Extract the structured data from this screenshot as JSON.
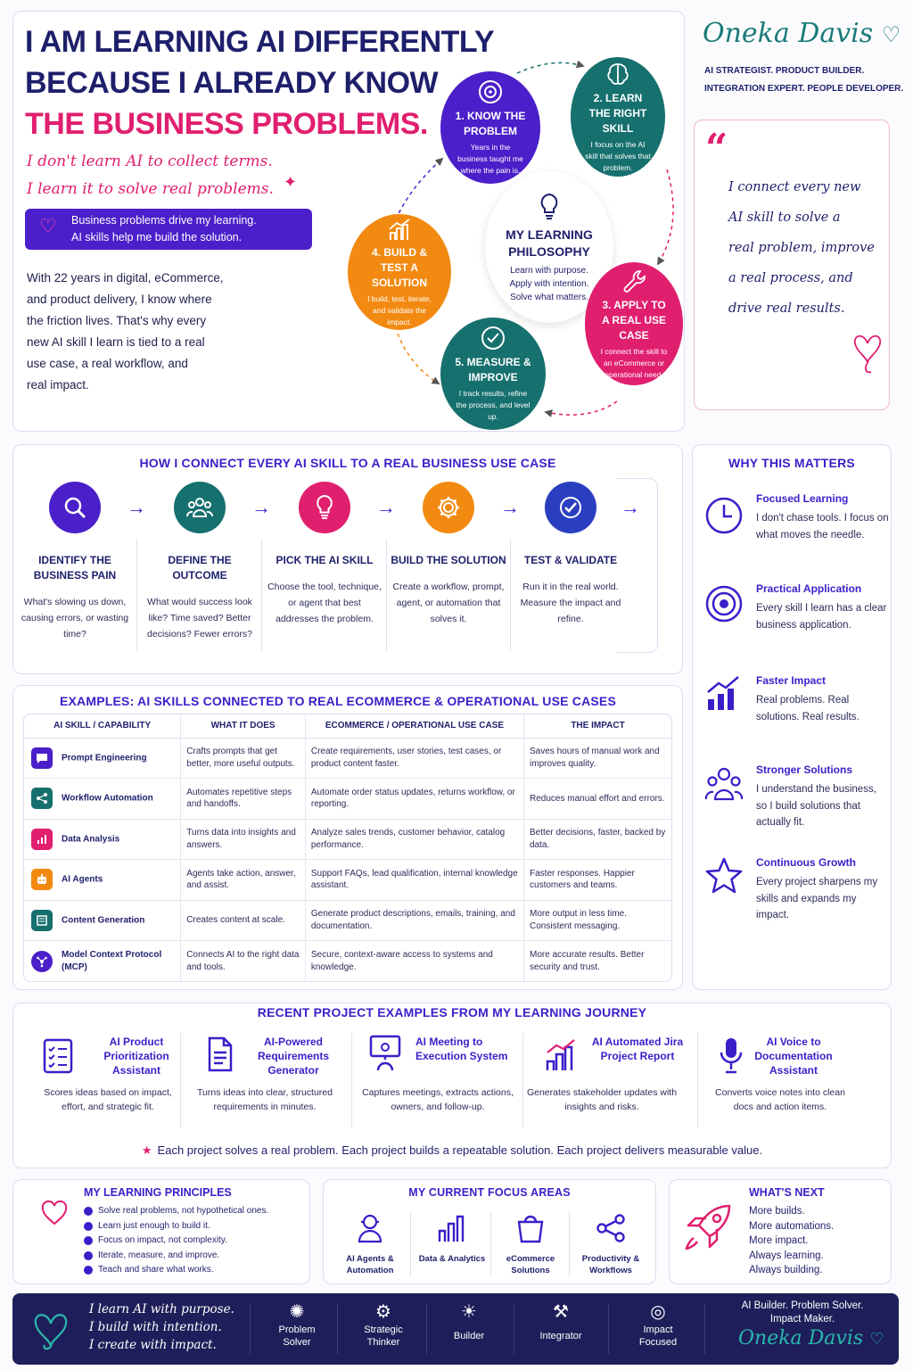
{
  "hero": {
    "line1": "I AM LEARNING AI DIFFERENTLY",
    "line2": "BECAUSE I ALREADY KNOW",
    "line3": "THE BUSINESS PROBLEMS.",
    "tag1": "I don't learn AI to collect terms.",
    "tag2": "I learn it to solve real problems.",
    "banner1": "Business problems drive my learning.",
    "banner2": "AI skills help me build the solution.",
    "body": [
      "With 22 years in digital, eCommerce,",
      "and product delivery, I know where",
      "the friction lives. That's why every",
      "new AI skill I learn is tied to a real",
      "use case, a real workflow, and",
      "real impact."
    ]
  },
  "cycle": {
    "center_title1": "MY LEARNING",
    "center_title2": "PHILOSOPHY",
    "center_desc": [
      "Learn with purpose.",
      "Apply with intention.",
      "Solve what matters."
    ],
    "steps": [
      {
        "title": "1. KNOW THE PROBLEM",
        "desc": "Years in the business taught me where the pain is.",
        "color": "#4b1fc9"
      },
      {
        "title": "2. LEARN THE RIGHT SKILL",
        "desc": "I focus on the AI skill that solves that problem.",
        "color": "#16706e"
      },
      {
        "title": "3. APPLY TO A REAL USE CASE",
        "desc": "I connect the skill to an eCommerce or operational need.",
        "color": "#e01f6f"
      },
      {
        "title": "5. MEASURE & IMPROVE",
        "desc": "I track results, refine the process, and level up.",
        "color": "#16706e"
      },
      {
        "title": "4. BUILD & TEST A SOLUTION",
        "desc": "I build, test, iterate, and validate the impact.",
        "color": "#f28a12"
      }
    ]
  },
  "profile": {
    "name": "Oneka Davis",
    "sub1": "AI STRATEGIST. PRODUCT BUILDER.",
    "sub2": "INTEGRATION EXPERT. PEOPLE DEVELOPER.",
    "quote": [
      "I connect every new",
      "AI skill to solve a",
      "real problem, improve",
      "a real process, and",
      "drive real results."
    ]
  },
  "connect": {
    "title": "HOW I CONNECT EVERY AI SKILL TO A REAL BUSINESS USE CASE",
    "steps": [
      {
        "title": "IDENTIFY THE BUSINESS PAIN",
        "desc": "What's slowing us down, causing errors, or wasting time?"
      },
      {
        "title": "DEFINE THE OUTCOME",
        "desc": "What would success look like? Time saved? Better decisions? Fewer errors?"
      },
      {
        "title": "PICK THE AI SKILL",
        "desc": "Choose the tool, technique, or agent that best addresses the problem."
      },
      {
        "title": "BUILD THE SOLUTION",
        "desc": "Create a workflow, prompt, agent, or automation that solves it."
      },
      {
        "title": "TEST & VALIDATE",
        "desc": "Run it in the real world. Measure the impact and refine."
      }
    ]
  },
  "why": {
    "title": "WHY THIS MATTERS",
    "items": [
      {
        "title": "Focused Learning",
        "desc": "I don't chase tools. I focus on what moves the needle."
      },
      {
        "title": "Practical Application",
        "desc": "Every skill I learn has a clear business application."
      },
      {
        "title": "Faster Impact",
        "desc": "Real problems. Real solutions. Real results."
      },
      {
        "title": "Stronger Solutions",
        "desc": "I understand the business, so I build solutions that actually fit."
      },
      {
        "title": "Continuous Growth",
        "desc": "Every project sharpens my skills and expands my impact."
      }
    ]
  },
  "examples": {
    "title": "EXAMPLES: AI SKILLS CONNECTED TO REAL ECOMMERCE & OPERATIONAL USE CASES",
    "headers": [
      "AI SKILL / CAPABILITY",
      "WHAT IT DOES",
      "ECOMMERCE / OPERATIONAL USE CASE",
      "THE IMPACT"
    ],
    "rows": [
      {
        "skill": "Prompt Engineering",
        "does": "Crafts prompts that get better, more useful outputs.",
        "use": "Create requirements, user stories, test cases, or product content faster.",
        "impact": "Saves hours of manual work and improves quality."
      },
      {
        "skill": "Workflow Automation",
        "does": "Automates repetitive steps and handoffs.",
        "use": "Automate order status updates, returns workflow, or reporting.",
        "impact": "Reduces manual effort and errors."
      },
      {
        "skill": "Data Analysis",
        "does": "Turns data into insights and answers.",
        "use": "Analyze sales trends, customer behavior, catalog performance.",
        "impact": "Better decisions, faster, backed by data."
      },
      {
        "skill": "AI Agents",
        "does": "Agents take action, answer, and assist.",
        "use": "Support FAQs, lead qualification, internal knowledge assistant.",
        "impact": "Faster responses. Happier customers and teams."
      },
      {
        "skill": "Content Generation",
        "does": "Creates content at scale.",
        "use": "Generate product descriptions, emails, training, and documentation.",
        "impact": "More output in less time. Consistent messaging."
      },
      {
        "skill": "Model Context Protocol (MCP)",
        "does": "Connects AI to the right data and tools.",
        "use": "Secure, context-aware access to systems and knowledge.",
        "impact": "More accurate results. Better security and trust."
      }
    ]
  },
  "projects": {
    "title": "RECENT PROJECT EXAMPLES FROM MY LEARNING JOURNEY",
    "items": [
      {
        "title": "AI Product Prioritization Assistant",
        "desc": "Scores ideas based on impact, effort, and strategic fit."
      },
      {
        "title": "AI-Powered Requirements Generator",
        "desc": "Turns ideas into clear, structured requirements in minutes."
      },
      {
        "title": "AI Meeting to Execution System",
        "desc": "Captures meetings, extracts actions, owners, and follow-up."
      },
      {
        "title": "AI Automated Jira Project Report",
        "desc": "Generates stakeholder updates with insights and risks."
      },
      {
        "title": "AI Voice to Documentation Assistant",
        "desc": "Converts voice notes into clean docs and action items."
      }
    ],
    "note": "Each project solves a real problem. Each project builds a repeatable solution. Each project delivers measurable value."
  },
  "principles": {
    "title": "MY LEARNING PRINCIPLES",
    "items": [
      "Solve real problems, not hypothetical ones.",
      "Learn just enough to build it.",
      "Focus on impact, not complexity.",
      "Iterate, measure, and improve.",
      "Teach and share what works."
    ]
  },
  "focus": {
    "title": "MY CURRENT FOCUS AREAS",
    "items": [
      "AI Agents & Automation",
      "Data & Analytics",
      "eCommerce Solutions",
      "Productivity & Workflows"
    ]
  },
  "next": {
    "title": "WHAT'S NEXT",
    "items": [
      "More builds.",
      "More automations.",
      "More impact.",
      "Always learning.",
      "Always building."
    ]
  },
  "footer": {
    "lines": [
      "I learn AI with purpose.",
      "I build with intention.",
      "I create with impact."
    ],
    "badges": [
      "Problem Solver",
      "Strategic Thinker",
      "Builder",
      "Integrator",
      "Impact Focused"
    ],
    "tag1": "AI Builder. Problem Solver.",
    "tag2": "Impact Maker.",
    "sig": "Oneka Davis"
  },
  "colors": {
    "purple": "#4b1fc9",
    "teal": "#16706e",
    "pink": "#e01f6f",
    "orange": "#f28a12",
    "navy": "#1e1f6b"
  }
}
